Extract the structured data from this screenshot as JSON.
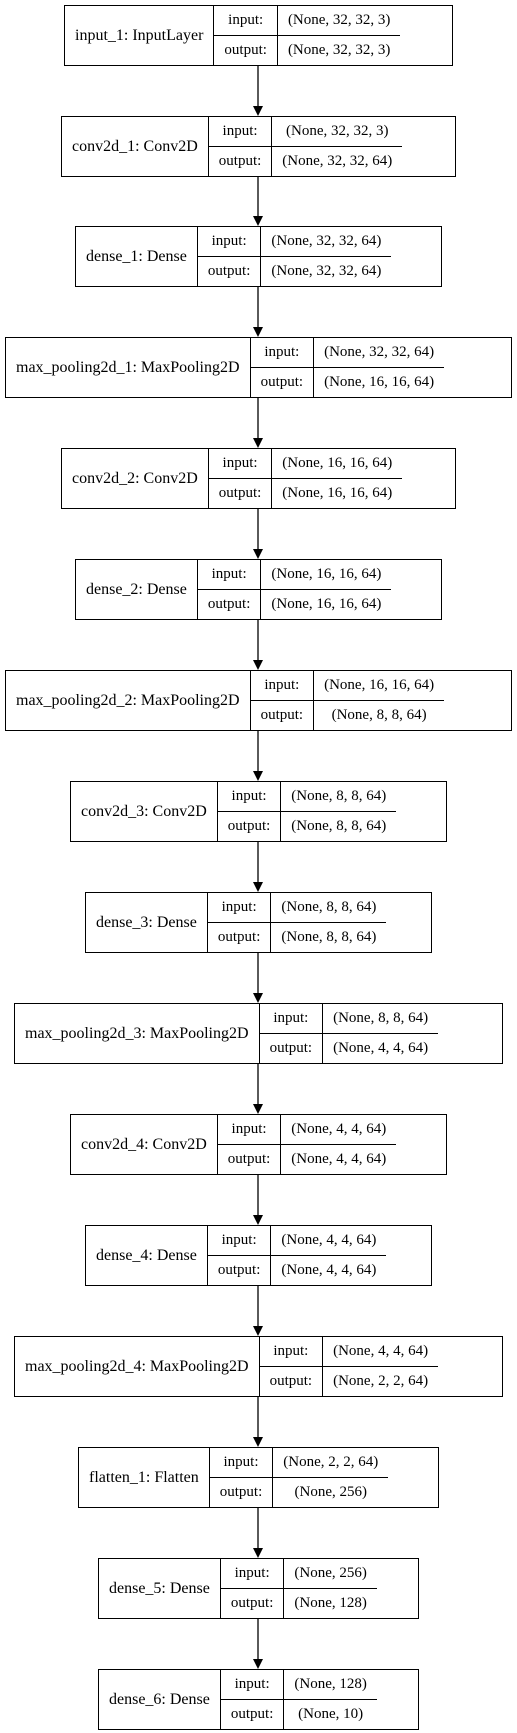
{
  "port_labels": {
    "input": "input:",
    "output": "output:"
  },
  "layers": [
    {
      "name": "input_1: InputLayer",
      "input": "(None, 32, 32, 3)",
      "output": "(None, 32, 32, 3)"
    },
    {
      "name": "conv2d_1: Conv2D",
      "input": "(None, 32, 32, 3)",
      "output": "(None, 32, 32, 64)"
    },
    {
      "name": "dense_1: Dense",
      "input": "(None, 32, 32, 64)",
      "output": "(None, 32, 32, 64)"
    },
    {
      "name": "max_pooling2d_1: MaxPooling2D",
      "input": "(None, 32, 32, 64)",
      "output": "(None, 16, 16, 64)"
    },
    {
      "name": "conv2d_2: Conv2D",
      "input": "(None, 16, 16, 64)",
      "output": "(None, 16, 16, 64)"
    },
    {
      "name": "dense_2: Dense",
      "input": "(None, 16, 16, 64)",
      "output": "(None, 16, 16, 64)"
    },
    {
      "name": "max_pooling2d_2: MaxPooling2D",
      "input": "(None, 16, 16, 64)",
      "output": "(None, 8, 8, 64)"
    },
    {
      "name": "conv2d_3: Conv2D",
      "input": "(None, 8, 8, 64)",
      "output": "(None, 8, 8, 64)"
    },
    {
      "name": "dense_3: Dense",
      "input": "(None, 8, 8, 64)",
      "output": "(None, 8, 8, 64)"
    },
    {
      "name": "max_pooling2d_3: MaxPooling2D",
      "input": "(None, 8, 8, 64)",
      "output": "(None, 4, 4, 64)"
    },
    {
      "name": "conv2d_4: Conv2D",
      "input": "(None, 4, 4, 64)",
      "output": "(None, 4, 4, 64)"
    },
    {
      "name": "dense_4: Dense",
      "input": "(None, 4, 4, 64)",
      "output": "(None, 4, 4, 64)"
    },
    {
      "name": "max_pooling2d_4: MaxPooling2D",
      "input": "(None, 4, 4, 64)",
      "output": "(None, 2, 2, 64)"
    },
    {
      "name": "flatten_1: Flatten",
      "input": "(None, 2, 2, 64)",
      "output": "(None, 256)"
    },
    {
      "name": "dense_5: Dense",
      "input": "(None, 256)",
      "output": "(None, 128)"
    },
    {
      "name": "dense_6: Dense",
      "input": "(None, 128)",
      "output": "(None, 10)"
    }
  ]
}
